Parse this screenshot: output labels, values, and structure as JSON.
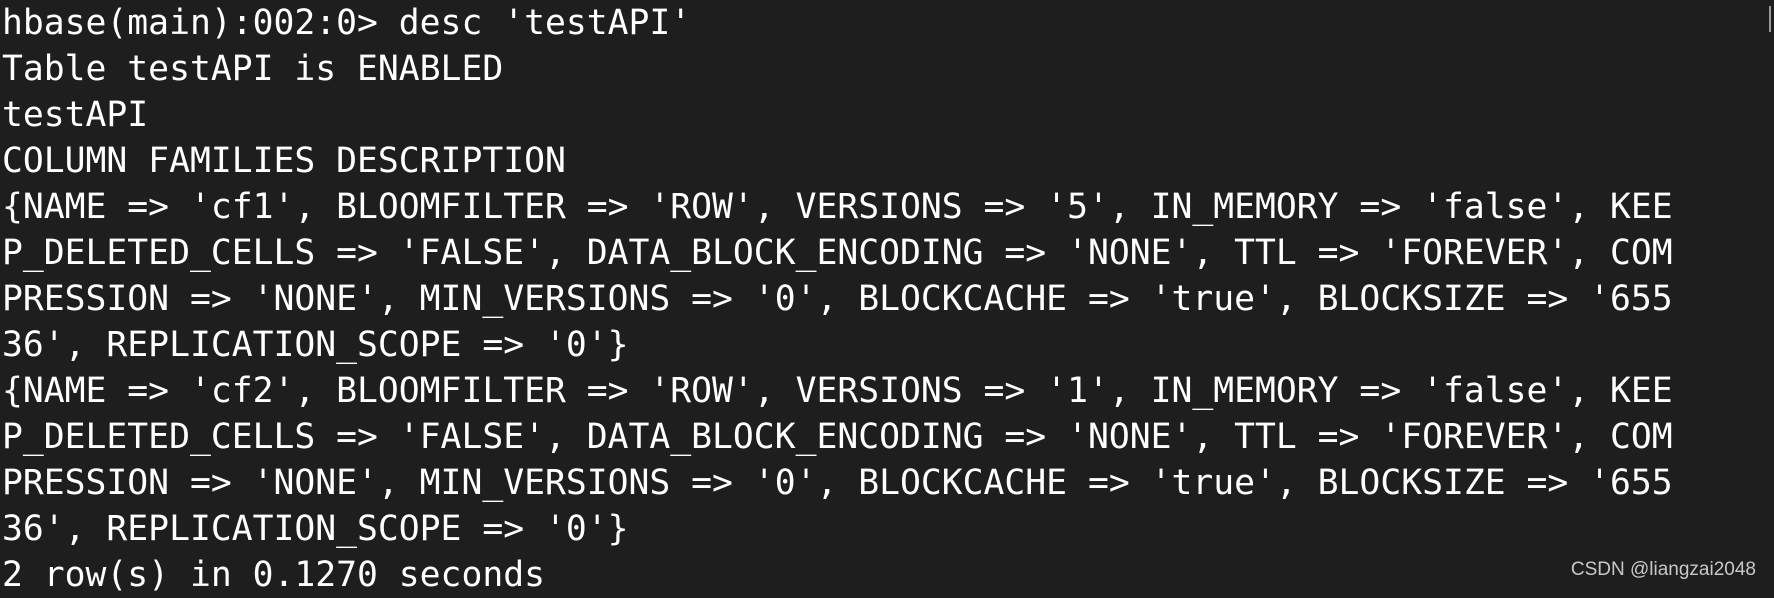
{
  "terminal": {
    "lines": [
      "hbase(main):002:0> desc 'testAPI'",
      "Table testAPI is ENABLED",
      "testAPI",
      "COLUMN FAMILIES DESCRIPTION",
      "{NAME => 'cf1', BLOOMFILTER => 'ROW', VERSIONS => '5', IN_MEMORY => 'false', KEE",
      "P_DELETED_CELLS => 'FALSE', DATA_BLOCK_ENCODING => 'NONE', TTL => 'FOREVER', COM",
      "PRESSION => 'NONE', MIN_VERSIONS => '0', BLOCKCACHE => 'true', BLOCKSIZE => '655",
      "36', REPLICATION_SCOPE => '0'}",
      "{NAME => 'cf2', BLOOMFILTER => 'ROW', VERSIONS => '1', IN_MEMORY => 'false', KEE",
      "P_DELETED_CELLS => 'FALSE', DATA_BLOCK_ENCODING => 'NONE', TTL => 'FOREVER', COM",
      "PRESSION => 'NONE', MIN_VERSIONS => '0', BLOCKCACHE => 'true', BLOCKSIZE => '655",
      "36', REPLICATION_SCOPE => '0'}",
      "2 row(s) in 0.1270 seconds"
    ]
  },
  "watermark": "CSDN @liangzai2048",
  "colors": {
    "background": "#1e1e1e",
    "text": "#ffffff",
    "watermark": "#c8c8c8"
  }
}
